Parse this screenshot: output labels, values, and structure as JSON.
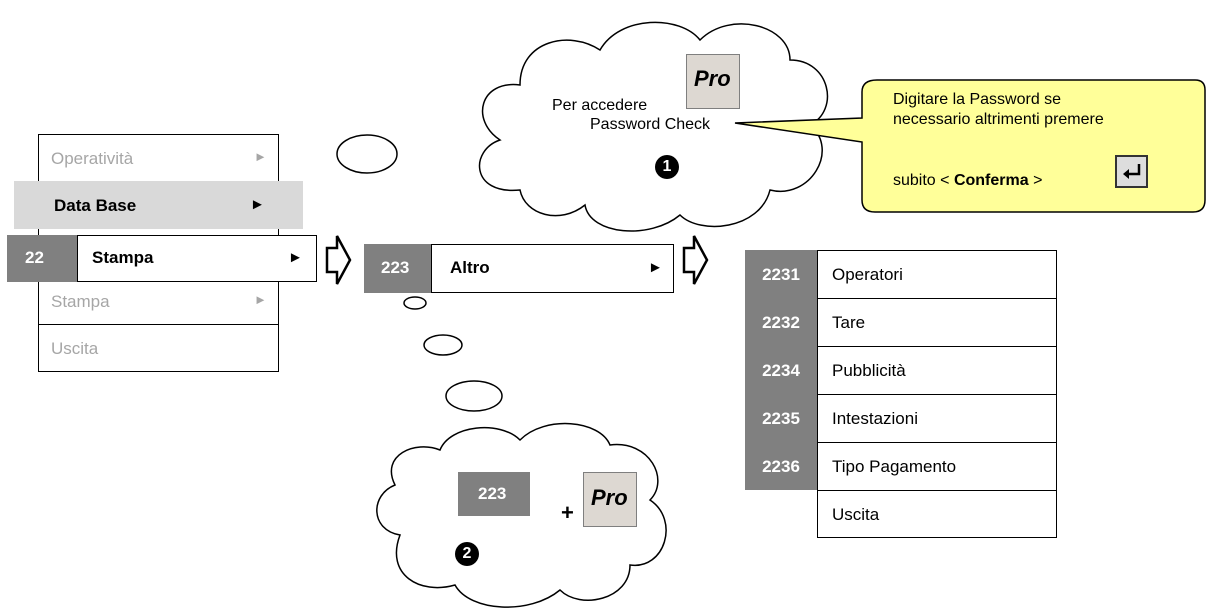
{
  "menu_level1": {
    "operativita": "Operatività",
    "data_base": "Data Base",
    "stampa_gray": "Stampa",
    "uscita": "Uscita",
    "selected_code": "22",
    "selected_label": "Stampa",
    "arrow": "►"
  },
  "menu_level2": {
    "code": "223",
    "label": "Altro",
    "arrow": "►"
  },
  "menu_level3": {
    "items": [
      {
        "code": "2231",
        "label": "Operatori"
      },
      {
        "code": "2232",
        "label": "Tare"
      },
      {
        "code": "2234",
        "label": "Pubblicità"
      },
      {
        "code": "2235",
        "label": "Intestazioni"
      },
      {
        "code": "2236",
        "label": "Tipo Pagamento"
      },
      {
        "code": "",
        "label": "Uscita"
      }
    ]
  },
  "cloud1": {
    "line1": "Per accedere",
    "line2": "Password Check",
    "number": "❶",
    "key": "Pro"
  },
  "callout": {
    "line1": "Digitare la Password se",
    "line2": "necessario altrimenti premere",
    "line3_prefix": "subito < ",
    "line3_bold": "Conferma",
    "line3_suffix": " >",
    "key_icon": "enter-key-icon"
  },
  "cloud2": {
    "code": "223",
    "plus": "+",
    "key": "Pro",
    "number": "❷"
  },
  "colors": {
    "code_gray": "#808080",
    "highlight_gray": "#d9d9d9",
    "callout_yellow": "#ffff99",
    "disabled_text": "#a6a6a6"
  }
}
